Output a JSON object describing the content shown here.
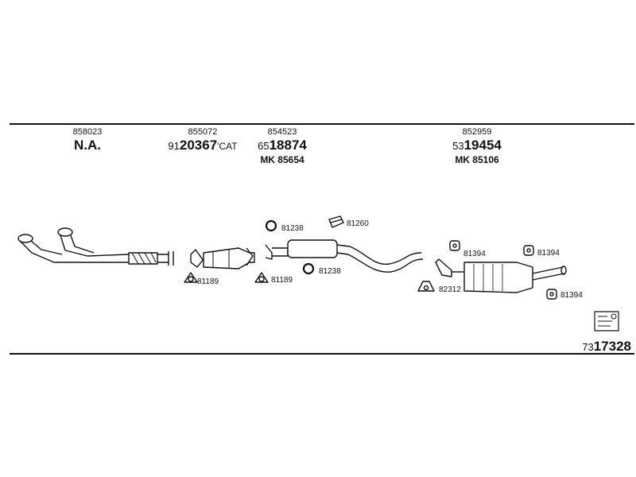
{
  "columns": [
    {
      "ref": "858023",
      "main": "N.A.",
      "main_prefix": "",
      "main_suffix": "",
      "mk": ""
    },
    {
      "ref": "855072",
      "main_prefix": "91",
      "main": "20367",
      "main_suffix": "'CAT",
      "mk": ""
    },
    {
      "ref": "854523",
      "main_prefix": "65",
      "main": "18874",
      "main_suffix": "",
      "mk": "MK 85654"
    },
    {
      "ref": "852959",
      "main_prefix": "53",
      "main": "19454",
      "main_suffix": "",
      "mk": "MK 85106"
    }
  ],
  "part_labels": {
    "gasket_a1": "81189",
    "gasket_a2": "81189",
    "ring_a": "81238",
    "ring_b": "81238",
    "clamp": "81260",
    "hanger_1": "81394",
    "hanger_2": "81394",
    "hanger_3": "81394",
    "mount": "82312"
  },
  "document": {
    "prefix": "73",
    "number": "17328"
  }
}
